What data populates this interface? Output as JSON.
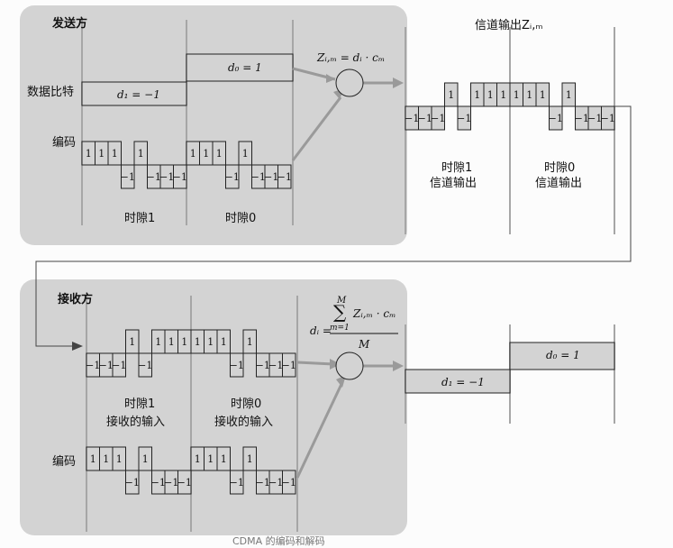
{
  "sender": {
    "title": "发送方",
    "data_bits_label": "数据比特",
    "d0_label": "d₀ = 1",
    "d1_label": "d₁ = −1",
    "code_label": "编码",
    "slot1_label": "时隙1",
    "slot0_label": "时隙0"
  },
  "channel": {
    "output_label": "信道输出Zᵢ,ₘ",
    "formula": "Zᵢ,ₘ = dᵢ · cₘ",
    "slot1_line1": "时隙1",
    "slot1_line2": "信道输出",
    "slot0_line1": "时隙0",
    "slot0_line2": "信道输出"
  },
  "receiver": {
    "title": "接收方",
    "formula_lhs": "dᵢ =",
    "formula_sum": "∑",
    "formula_top": "M",
    "formula_bottom": "m=1",
    "formula_term": "Zᵢ,ₘ · cₘ",
    "formula_den": "M",
    "slot1_line1": "时隙1",
    "slot1_line2": "接收的输入",
    "slot0_line1": "时隙0",
    "slot0_line2": "接收的输入",
    "code_label": "编码",
    "d0_label": "d₀ = 1",
    "d1_label": "d₁ = −1"
  },
  "symbols": {
    "one": "1",
    "minus_one": "−1"
  },
  "sequences": {
    "code": [
      1,
      1,
      1,
      -1,
      1,
      -1,
      -1,
      -1
    ],
    "channel_slot1": [
      -1,
      -1,
      -1,
      1,
      -1,
      1,
      1,
      1
    ],
    "channel_slot0": [
      1,
      1,
      1,
      -1,
      1,
      -1,
      -1,
      -1
    ]
  },
  "caption": "CDMA 的编码和解码"
}
